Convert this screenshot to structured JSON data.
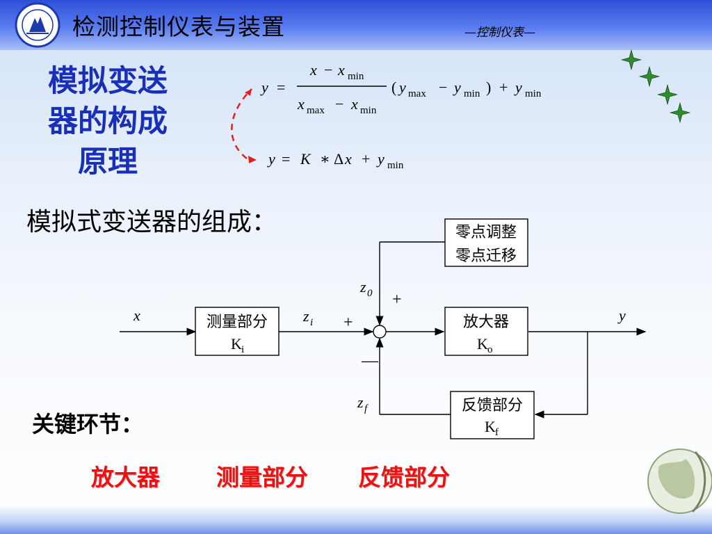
{
  "header": {
    "course_title": "检测控制仪表与装置",
    "course_subtitle": "—控制仪表—"
  },
  "section_title_lines": [
    "模拟变送",
    "器的构成",
    "原理"
  ],
  "formula": {
    "eq1_lhs": "y",
    "eq1_eq": "=",
    "eq1_num_x": "x",
    "eq1_num_minus": "−",
    "eq1_num_xmin": "x",
    "eq1_sub_min": "min",
    "eq1_den_x": "x",
    "eq1_sub_max": "max",
    "eq1_den_minus": "−",
    "eq1_den_xmin": "x",
    "eq1_sub_min2": "min",
    "eq1_paren_open": "(",
    "eq1_ymax": "y",
    "eq1_sub_max2": "max",
    "eq1_minus3": "−",
    "eq1_ymin": "y",
    "eq1_sub_min3": "min",
    "eq1_paren_close": ")",
    "eq1_plus": "+",
    "eq1_ymin2": "y",
    "eq1_sub_min4": "min",
    "eq2_y": "y",
    "eq2_eq": "=",
    "eq2_K": "K",
    "eq2_star": "∗",
    "eq2_delta": "Δ",
    "eq2_x": "x",
    "eq2_plus": "+",
    "eq2_ymin": "y",
    "eq2_sub_min": "min"
  },
  "composition_title": "模拟式变送器的组成：",
  "diagram": {
    "input_label": "x",
    "output_label": "y",
    "measure_block": {
      "line1": "测量部分",
      "gain": "K",
      "gain_sub": "i"
    },
    "zero_block": {
      "line1": "零点调整",
      "line2": "零点迁移"
    },
    "amp_block": {
      "line1": "放大器",
      "gain": "K",
      "gain_sub": "o"
    },
    "feedback_block": {
      "line1": "反馈部分",
      "gain": "K",
      "gain_sub": "f"
    },
    "zi_label": "z",
    "zi_sub": "i",
    "z0_label": "z",
    "z0_sub": "0",
    "zf_label": "z",
    "zf_sub": "f",
    "sign_left": "+",
    "sign_top": "+",
    "sign_bottom": "—"
  },
  "key_label": "关键环节：",
  "key_items": [
    "放大器",
    "测量部分",
    "反馈部分"
  ],
  "colors": {
    "title_blue": "#1a2fb8",
    "key_red": "#ee1111",
    "dashed_arrow_red": "#e02020",
    "star_green": "#2e8b2e"
  }
}
